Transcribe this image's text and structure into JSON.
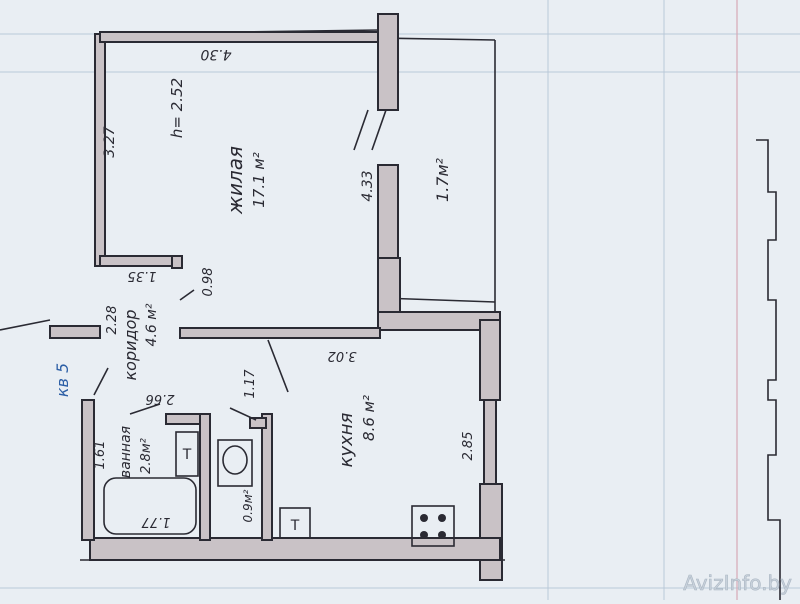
{
  "rooms": {
    "living": {
      "name": "жилая",
      "area": "17.1 м²"
    },
    "corridor": {
      "name": "коридор",
      "area": "4.6 м²"
    },
    "kitchen": {
      "name": "кухня",
      "area": "8.6 м²"
    },
    "bathroom": {
      "name": "ванная",
      "area": "2.8м²"
    },
    "toilet": {
      "area": "0.9м²"
    },
    "balcony": {
      "area": "1.7м²"
    }
  },
  "dimensions": {
    "height": "h= 2.52",
    "living_width": "4.30",
    "living_depth": "3.27",
    "window_left": "4.33",
    "corridor_top": "1.35",
    "corridor_depth": "2.28",
    "door_side": "0.98",
    "kitchen_width": "3.02",
    "kitchen_depth": "2.85",
    "hall": "1.17",
    "bath_width": "2.66",
    "bath_depth": "1.61",
    "bath_inner": "1.77"
  },
  "labels": {
    "apartment": "кв 5",
    "fixture_t1": "Т",
    "fixture_t2": "Т"
  },
  "watermark": "AvizInfo.by",
  "colors": {
    "paper": "#e9eef3",
    "ink": "#2a2a33",
    "wall_fill": "#c9c2c6",
    "blue_ink": "#2d5fa6",
    "watermark": "#c9d2dc"
  }
}
